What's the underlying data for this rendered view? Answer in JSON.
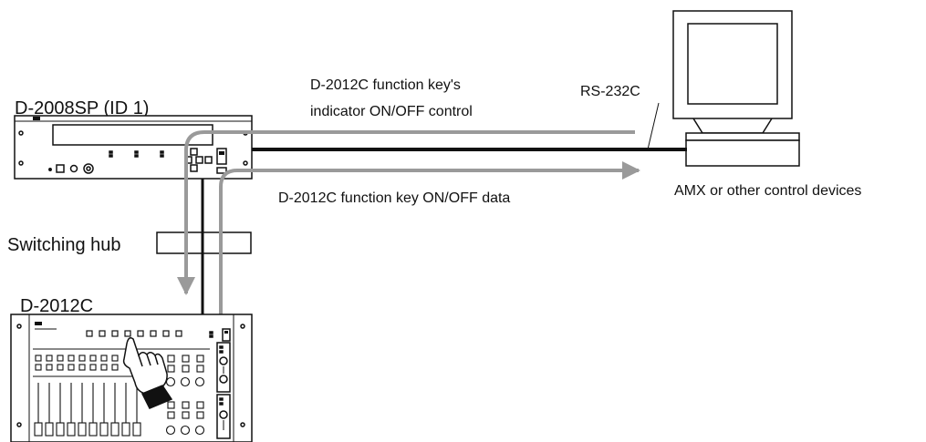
{
  "labels": {
    "mixer_main": "D-2008SP (ID 1)",
    "indicator_line1": "D-2012C function key's",
    "indicator_line2": "indicator ON/OFF control",
    "serial": "RS-232C",
    "onoff_data": "D-2012C function key ON/OFF data",
    "control_devices": "AMX or other control devices",
    "switching_hub": "Switching hub",
    "remote_panel": "D-2012C"
  },
  "colors": {
    "line_dark": "#111111",
    "line_gray": "#9a9a9a"
  }
}
